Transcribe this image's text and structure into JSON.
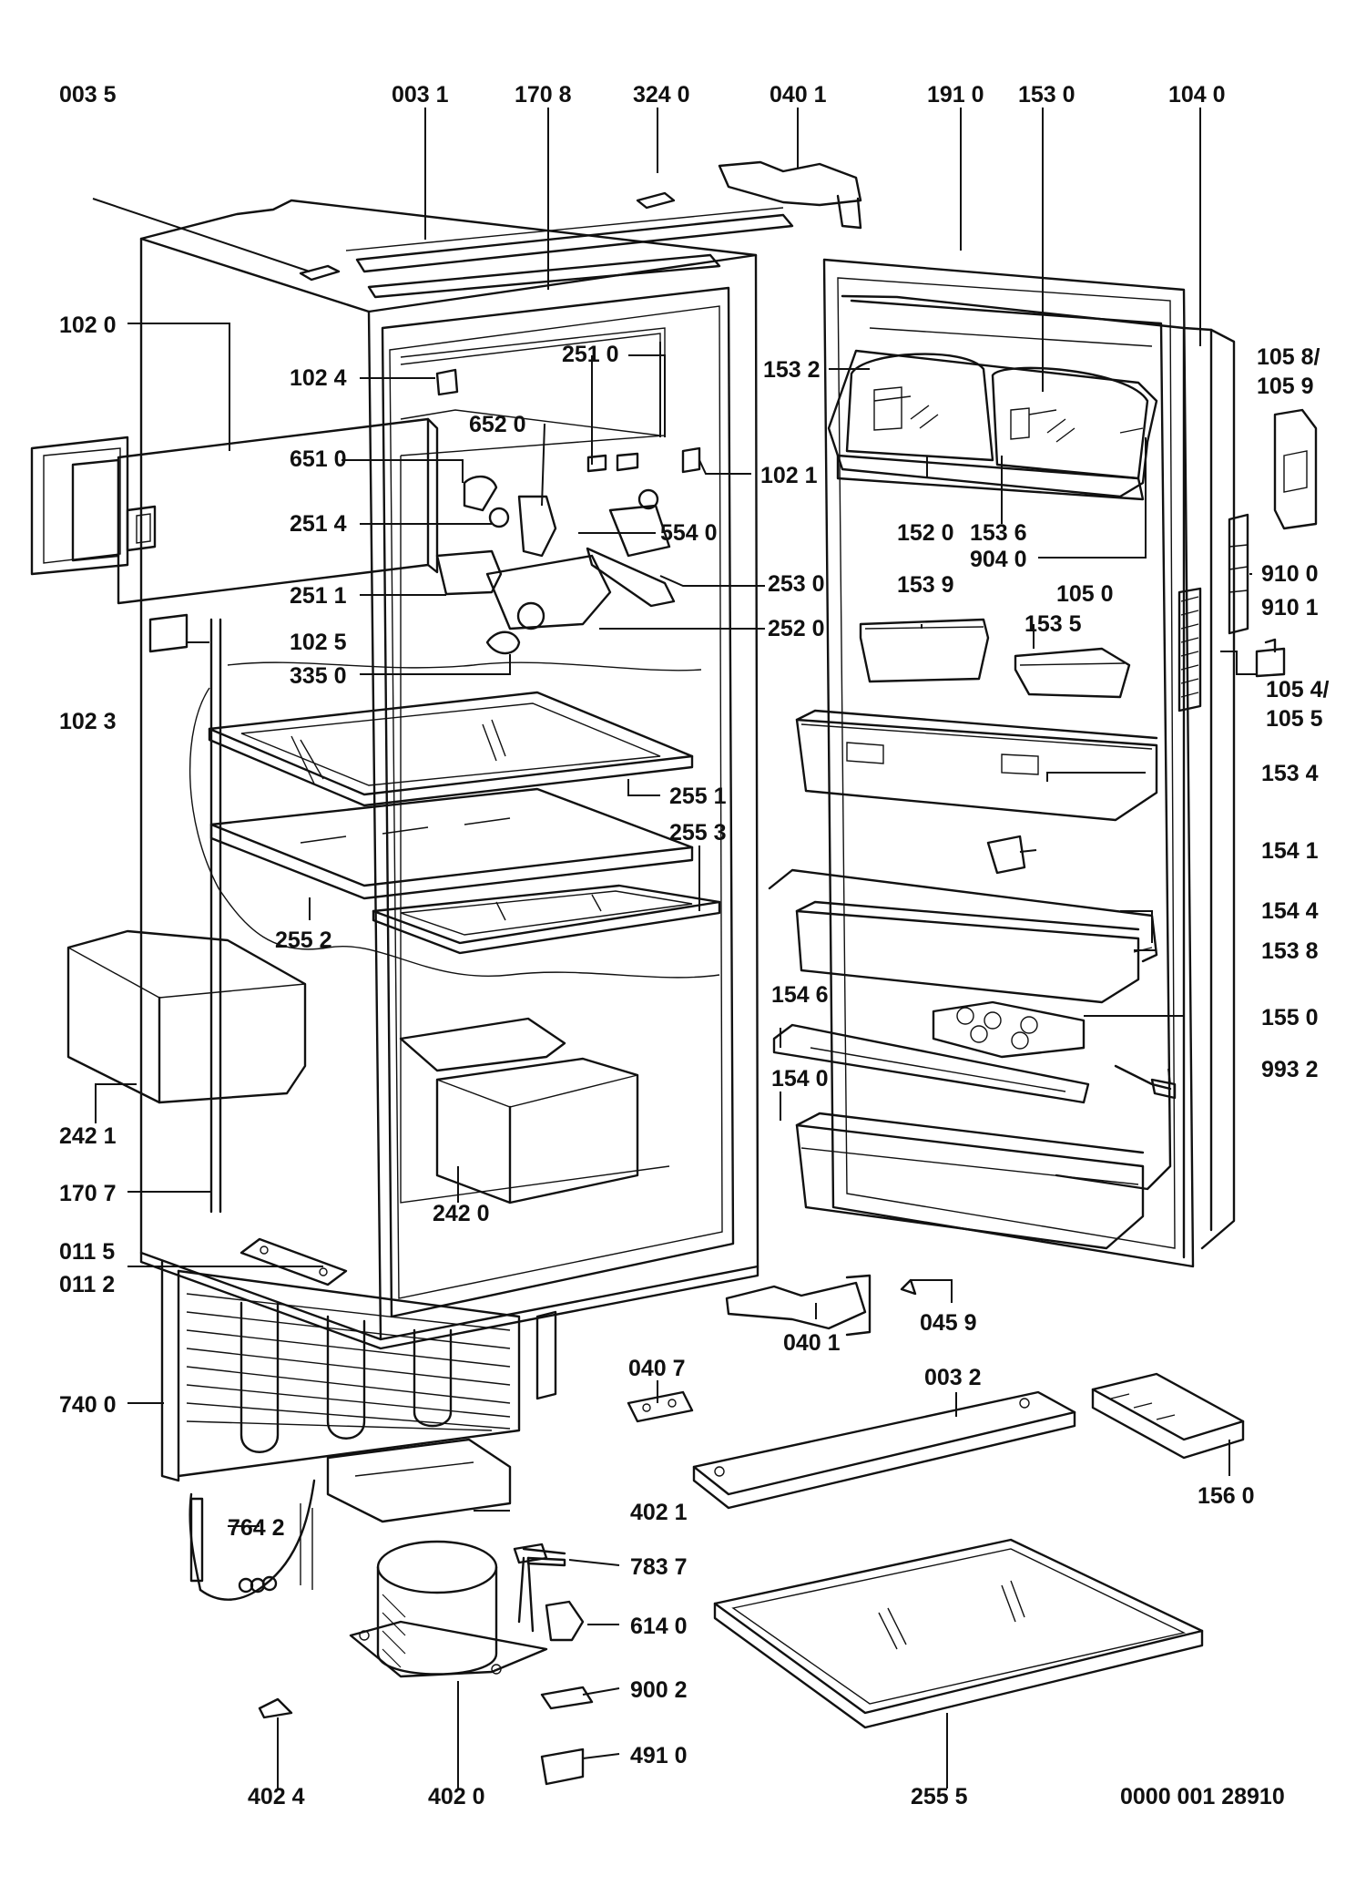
{
  "diagram": {
    "drawing_number": "0000 001 28910",
    "labels": [
      {
        "id": "l0035",
        "text": "003 5"
      },
      {
        "id": "l0031",
        "text": "003 1"
      },
      {
        "id": "l1708",
        "text": "170 8"
      },
      {
        "id": "l3240",
        "text": "324 0"
      },
      {
        "id": "l0401a",
        "text": "040 1"
      },
      {
        "id": "l1910",
        "text": "191 0"
      },
      {
        "id": "l1530",
        "text": "153 0"
      },
      {
        "id": "l1040",
        "text": "104 0"
      },
      {
        "id": "l1020",
        "text": "102 0"
      },
      {
        "id": "l1024",
        "text": "102 4"
      },
      {
        "id": "l2510",
        "text": "251 0"
      },
      {
        "id": "l1532",
        "text": "153 2"
      },
      {
        "id": "l10589",
        "text": "105 8/\n105 9"
      },
      {
        "id": "l6520",
        "text": "652 0"
      },
      {
        "id": "l6510",
        "text": "651 0"
      },
      {
        "id": "l1021",
        "text": "102 1"
      },
      {
        "id": "l2514",
        "text": "251 4"
      },
      {
        "id": "l5540",
        "text": "554 0"
      },
      {
        "id": "l1520",
        "text": "152 0"
      },
      {
        "id": "l1536",
        "text": "153 6"
      },
      {
        "id": "l9040",
        "text": "904 0"
      },
      {
        "id": "l9100",
        "text": "910 0"
      },
      {
        "id": "l2511",
        "text": "251 1"
      },
      {
        "id": "l2530",
        "text": "253 0"
      },
      {
        "id": "l1539",
        "text": "153 9"
      },
      {
        "id": "l1050",
        "text": "105 0"
      },
      {
        "id": "l9101",
        "text": "910 1"
      },
      {
        "id": "l1025",
        "text": "102 5"
      },
      {
        "id": "l2520",
        "text": "252 0"
      },
      {
        "id": "l1535",
        "text": "153 5"
      },
      {
        "id": "l1023",
        "text": "102 3"
      },
      {
        "id": "l3350",
        "text": "335 0"
      },
      {
        "id": "l10545",
        "text": "105 4/\n105 5"
      },
      {
        "id": "l2551",
        "text": "255 1"
      },
      {
        "id": "l1534",
        "text": "153 4"
      },
      {
        "id": "l2553",
        "text": "255 3"
      },
      {
        "id": "l1541",
        "text": "154 1"
      },
      {
        "id": "l1544",
        "text": "154 4"
      },
      {
        "id": "l2552",
        "text": "255 2"
      },
      {
        "id": "l1538",
        "text": "153 8"
      },
      {
        "id": "l1546",
        "text": "154 6"
      },
      {
        "id": "l1550",
        "text": "155 0"
      },
      {
        "id": "l9932",
        "text": "993 2"
      },
      {
        "id": "l1540",
        "text": "154 0"
      },
      {
        "id": "l2421",
        "text": "242 1"
      },
      {
        "id": "l1707",
        "text": "170 7"
      },
      {
        "id": "l2420",
        "text": "242 0"
      },
      {
        "id": "l0115",
        "text": "011 5"
      },
      {
        "id": "l0112",
        "text": "011 2"
      },
      {
        "id": "l0459",
        "text": "045 9"
      },
      {
        "id": "l0407",
        "text": "040 7"
      },
      {
        "id": "l0401b",
        "text": "040 1"
      },
      {
        "id": "l0032",
        "text": "003 2"
      },
      {
        "id": "l7400",
        "text": "740 0"
      },
      {
        "id": "l1560",
        "text": "156 0"
      },
      {
        "id": "l7642",
        "text": "764 2"
      },
      {
        "id": "l4021",
        "text": "402 1"
      },
      {
        "id": "l7837",
        "text": "783 7"
      },
      {
        "id": "l6140",
        "text": "614 0"
      },
      {
        "id": "l9002",
        "text": "900 2"
      },
      {
        "id": "l4910",
        "text": "491 0"
      },
      {
        "id": "l4024",
        "text": "402 4"
      },
      {
        "id": "l4020",
        "text": "402 0"
      },
      {
        "id": "l2555",
        "text": "255 5"
      }
    ]
  }
}
